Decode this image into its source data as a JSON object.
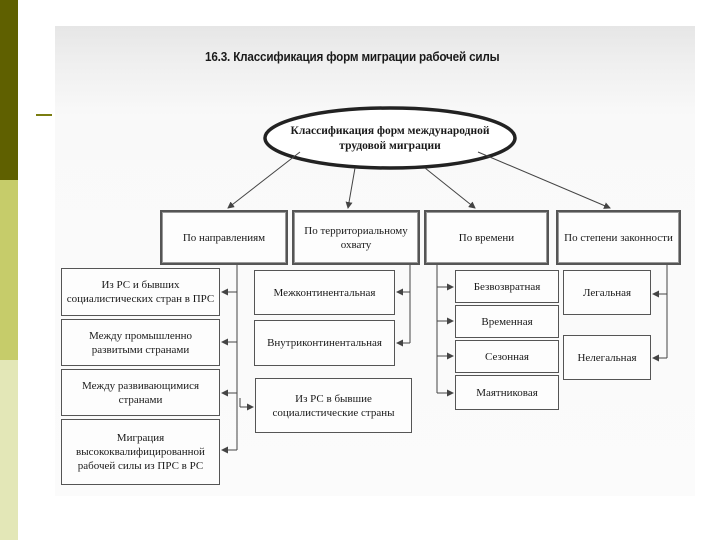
{
  "title": "16.3. Классификация форм миграции рабочей силы",
  "root": "Классификация форм международной трудовой миграции",
  "categories": [
    {
      "label": "По направлениям",
      "items": [
        "Из РС и бывших социалистических стран в ПРС",
        "Между промышленно развитыми странами",
        "Между развивающимися странами",
        "Миграция высококвалифицированной рабочей силы из ПРС в РС"
      ]
    },
    {
      "label": "По территориальному охвату",
      "items": [
        "Межконтинентальная",
        "Внутриконтинентальная",
        "Из РС в бывшие социалистические страны"
      ]
    },
    {
      "label": "По времени",
      "items": [
        "Безвозвратная",
        "Временная",
        "Сезонная",
        "Маятниковая"
      ]
    },
    {
      "label": "По степени законности",
      "items": [
        "Легальная",
        "Нелегальная"
      ]
    }
  ]
}
